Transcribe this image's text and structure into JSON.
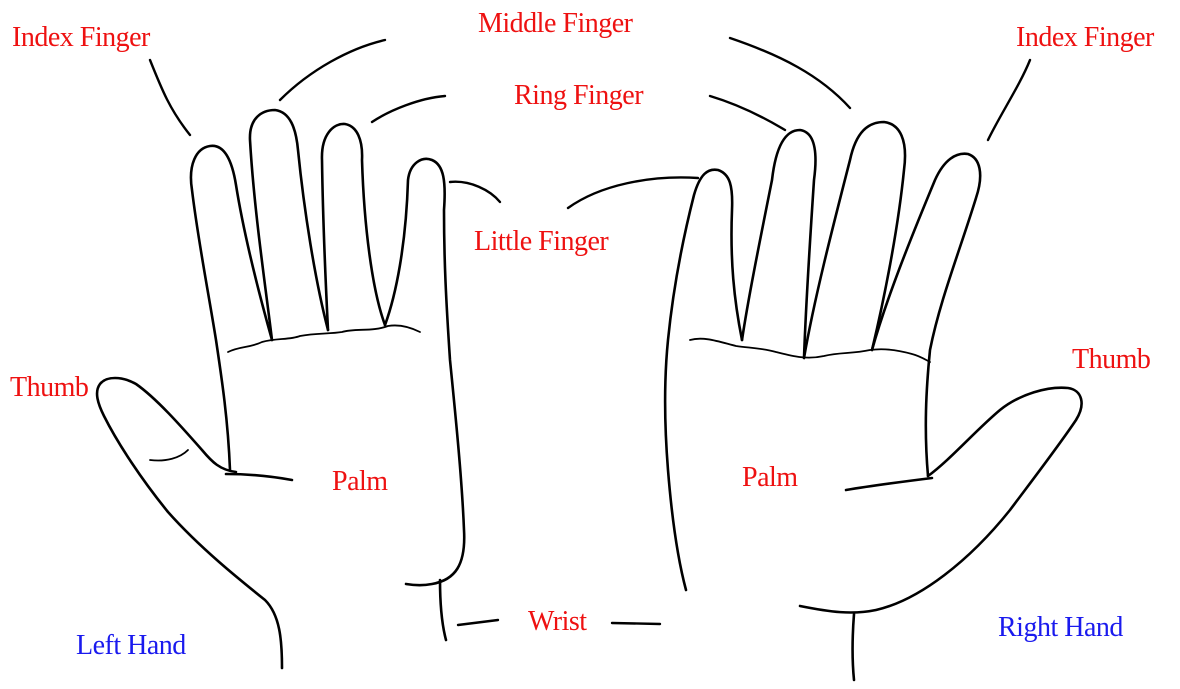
{
  "labels": {
    "index_left": "Index Finger",
    "middle": "Middle Finger",
    "index_right": "Index Finger",
    "ring": "Ring Finger",
    "little": "Little Finger",
    "thumb_left": "Thumb",
    "thumb_right": "Thumb",
    "palm_left": "Palm",
    "palm_right": "Palm",
    "wrist": "Wrist",
    "left_hand": "Left Hand",
    "right_hand": "Right Hand"
  },
  "colors": {
    "part_label": "#ee1111",
    "hand_label": "#1a1aee",
    "outline": "#000000",
    "background": "#ffffff"
  }
}
